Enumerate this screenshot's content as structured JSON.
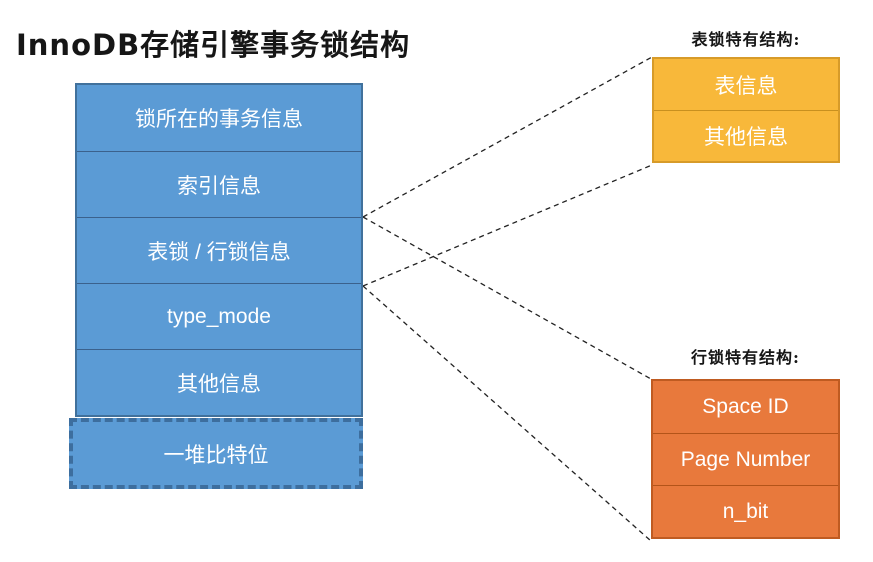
{
  "title": "InnoDB存储引擎事务锁结构",
  "main_structure": {
    "rows": [
      "锁所在的事务信息",
      "索引信息",
      "表锁 / 行锁信息",
      "type_mode",
      "其他信息"
    ],
    "dashed_row": "一堆比特位",
    "fill_color": "#5B9BD5",
    "border_color": "#41719C"
  },
  "table_lock_structure": {
    "label": "表锁特有结构:",
    "rows": [
      "表信息",
      "其他信息"
    ],
    "fill_color": "#F8B83A",
    "border_color": "#D79B29"
  },
  "row_lock_structure": {
    "label": "行锁特有结构:",
    "rows": [
      "Space ID",
      "Page Number",
      "n_bit"
    ],
    "fill_color": "#E8793C",
    "border_color": "#BF5B21"
  },
  "connectors": {
    "source_row": "表锁 / 行锁信息",
    "targets": [
      "表锁特有结构",
      "行锁特有结构"
    ],
    "style": "dashed"
  }
}
